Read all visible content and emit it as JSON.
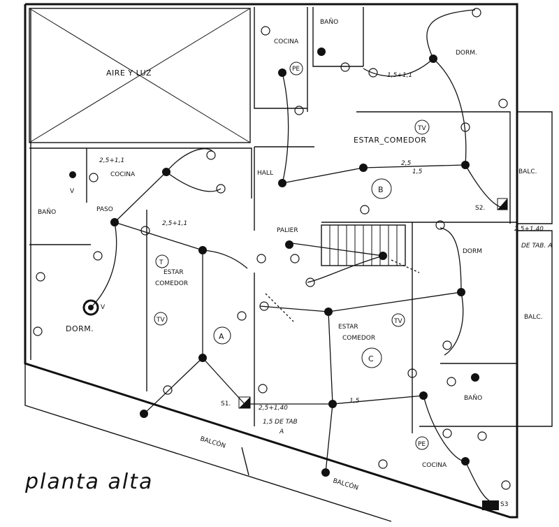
{
  "caption": "planta alta",
  "rooms": {
    "aire_luz": "AIRE Y LUZ",
    "cocina_top": "COCINA",
    "bano_top": "BAÑO",
    "dorm_top_right": "DORM.",
    "estar_comedor_top": "ESTAR_COMEDOR",
    "balc_1": "BALC.",
    "cocina_left": "COCINA",
    "hall": "HALL",
    "bano_left": "BAÑO",
    "paso": "PASO",
    "palier": "PALIER",
    "dorm_right": "DORM",
    "estar_comedor_left": "ESTAR\nCOMEDOR",
    "dorm_left": "DORM.",
    "estar_comedor_center": "ESTAR\nCOMEDOR",
    "balc_2": "BALC.",
    "bano_right": "BAÑO",
    "balcon_1": "BALCÓN",
    "balcon_2": "BALCÓN",
    "cocina_right": "COCINA"
  },
  "unit_markers": [
    "A",
    "B",
    "C"
  ],
  "board_labels": [
    "S1.",
    "S2.",
    "S3"
  ],
  "notes": {
    "trunk_right": "2,5+1,40\nDE TAB. A",
    "trunk_bottom": "2,5+1,40\n1,5 DE TAB\nA"
  },
  "symbol_labels": [
    "TV",
    "TV",
    "TV",
    "PE",
    "PE",
    "T",
    "V",
    "V"
  ],
  "wire_labels": [
    "2,5",
    "1,5",
    "2,5+1,1",
    "1,5+1,1",
    "2,5+1,1",
    "1,5"
  ]
}
